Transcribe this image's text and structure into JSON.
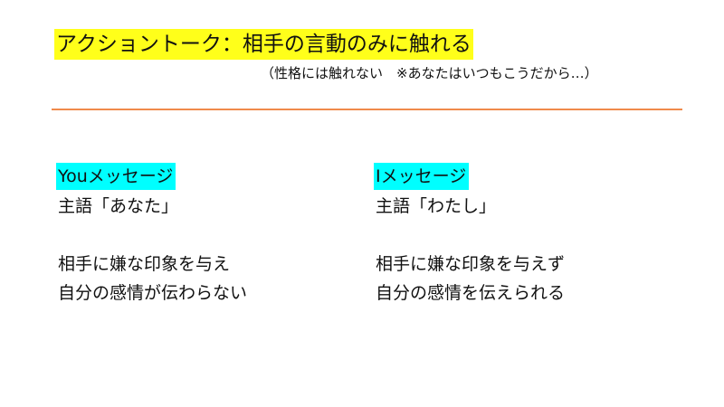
{
  "title": "アクショントーク：相手の言動のみに触れる",
  "subtitle": "（性格には触れない　※あなたはいつもこうだから…）",
  "colors": {
    "title_highlight": "#ffff1a",
    "heading_highlight": "#00ffff",
    "divider": "#f08a4b",
    "text": "#111111"
  },
  "columns": [
    {
      "heading": "Youメッセージ",
      "subject": "主語「あなた」",
      "effect1": "相手に嫌な印象を与え",
      "effect2": "自分の感情が伝わらない"
    },
    {
      "heading": "Iメッセージ",
      "subject": "主語「わたし」",
      "effect1": "相手に嫌な印象を与えず",
      "effect2": "自分の感情を伝えられる"
    }
  ]
}
